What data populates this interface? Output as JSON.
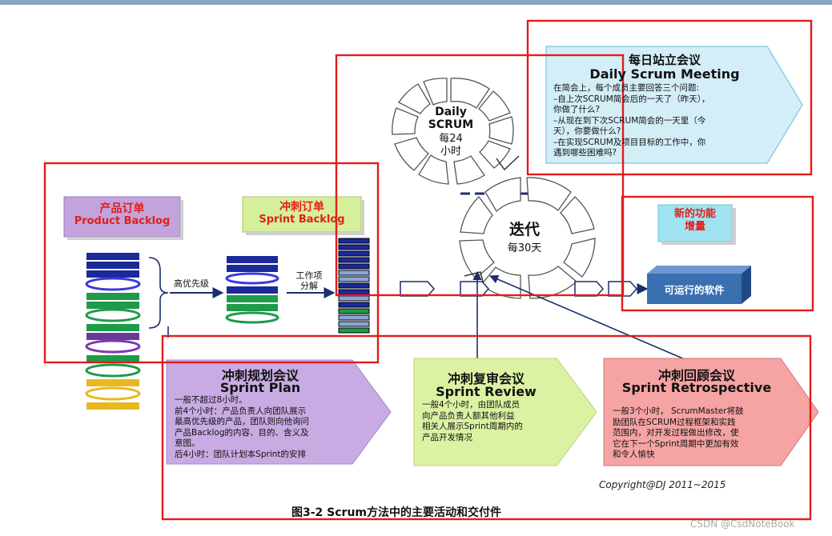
{
  "daily_meeting": {
    "title_cn": "每日站立会议",
    "title_en": "Daily Scrum Meeting",
    "lines": [
      "在简会上，每个成员主要回答三个问题:",
      "–自上次SCRUM简会后的一天了（昨天），",
      "你做了什么?",
      "–从现在到下次SCRUM简会的一天里（今",
      "天），你要做什么?",
      "–在实现SCRUM及项目目标的工作中，你",
      "遇到哪些困难吗?"
    ]
  },
  "daily_cycle": {
    "line1": "Daily",
    "line2": "SCRUM",
    "line3": "每24",
    "line4": "小时"
  },
  "iteration_cycle": {
    "line1": "迭代",
    "line2": "每30天"
  },
  "product_backlog": {
    "title_cn": "产品订单",
    "title_en": "Product Backlog"
  },
  "sprint_backlog": {
    "title_cn": "冲刺订单",
    "title_en": "Sprint Backlog"
  },
  "labels": {
    "priority": "高优先级",
    "breakdown_1": "工作项",
    "breakdown_2": "分解"
  },
  "new_feature": {
    "line1": "新的功能",
    "line2": "增量"
  },
  "working_software": {
    "label": "可运行的软件"
  },
  "sprint_plan": {
    "title_cn": "冲刺规划会议",
    "title_en": "Sprint Plan",
    "lines": [
      "一般不超过8小时。",
      "前4个小时：产品负责人向团队展示",
      "最高优先级的产品，团队则向他询问",
      "产品Backlog的内容、目的、含义及",
      "意图。",
      "后4小时：团队计划本Sprint的安排"
    ]
  },
  "sprint_review": {
    "title_cn": "冲刺复审会议",
    "title_en": "Sprint Review",
    "lines": [
      "一般4个小时，由团队成员",
      "向产品负责人额其他利益",
      "相关人展示Sprint周期内的",
      "产品开发情况"
    ]
  },
  "sprint_retrospective": {
    "title_cn": "冲刺回顾会议",
    "title_en": "Sprint Retrospective",
    "lines": [
      "一般3个小时，  ScrumMaster将鼓",
      "励团队在SCRUM过程框架和实践",
      "范围内，对开发过程做出修改，使",
      "它在下一个Sprint周期中更加有效",
      "和令人愉快"
    ]
  },
  "copyright": "Copyright@DJ  2011~2015",
  "caption": "图3-2 Scrum方法中的主要活动和交付件",
  "watermark": "CSDN @CsdNoteBook",
  "colors": {
    "highlight_box": "#e51b1b",
    "daily_meeting_fill": "#d4eef8",
    "product_backlog_fill": "#c2a3dc",
    "sprint_backlog_fill": "#d6ef9a",
    "sprint_plan_fill": "#c8abe2",
    "sprint_review_fill": "#dcf2a3",
    "sprint_retrospective_fill": "#f6a3a3",
    "new_feature_fill": "#9fe4f0",
    "working_software_fill": "#3a6fb0",
    "blue_bar": "#1a2a9a",
    "green_bar": "#1f9a4a",
    "purple_bar": "#6a3a9a",
    "yellow_bar": "#e8b820"
  }
}
